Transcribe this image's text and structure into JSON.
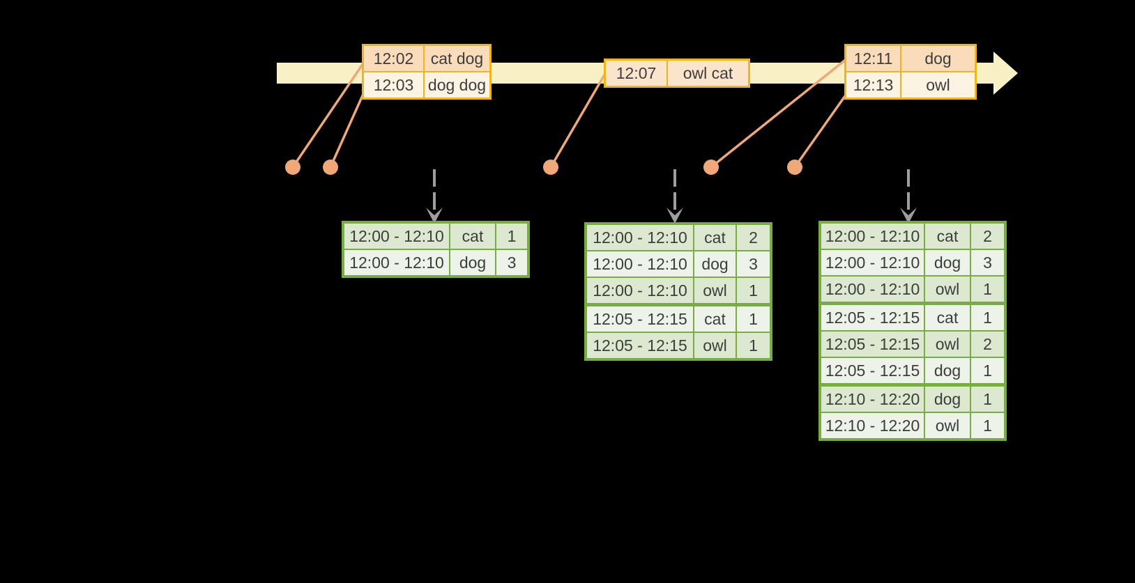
{
  "palette": {
    "background": "#000000",
    "timeline_fill": "#faf0c6",
    "event_border": "#f0b41c",
    "event_row_dark": "#fadcba",
    "event_row_light": "#fdf3e2",
    "event_row_medium": "#fbe4cc",
    "connector": "#f0a878",
    "trigger_arrow": "#9e9e9e",
    "result_border": "#77ad41",
    "result_row_dark": "#dce8d0",
    "result_row_light": "#edf3e8",
    "text": "#3d3d3d"
  },
  "icons": {
    "timeline": "right-arrow",
    "event_marker": "dot",
    "trigger": "dashed-down-arrow"
  },
  "event_tables": [
    {
      "rows": [
        {
          "time": "12:02",
          "words": "cat dog",
          "shade": "dark"
        },
        {
          "time": "12:03",
          "words": "dog dog",
          "shade": "light"
        }
      ]
    },
    {
      "rows": [
        {
          "time": "12:07",
          "words": "owl cat",
          "shade": "medium"
        }
      ]
    },
    {
      "rows": [
        {
          "time": "12:11",
          "words": "dog",
          "shade": "dark"
        },
        {
          "time": "12:13",
          "words": "owl",
          "shade": "light"
        }
      ]
    }
  ],
  "result_tables": [
    {
      "group_breaks": [],
      "rows": [
        {
          "window": "12:00 - 12:10",
          "word": "cat",
          "count": "1"
        },
        {
          "window": "12:00 - 12:10",
          "word": "dog",
          "count": "3"
        }
      ]
    },
    {
      "group_breaks": [
        3
      ],
      "rows": [
        {
          "window": "12:00 - 12:10",
          "word": "cat",
          "count": "2"
        },
        {
          "window": "12:00 - 12:10",
          "word": "dog",
          "count": "3"
        },
        {
          "window": "12:00 - 12:10",
          "word": "owl",
          "count": "1"
        },
        {
          "window": "12:05 - 12:15",
          "word": "cat",
          "count": "1"
        },
        {
          "window": "12:05 - 12:15",
          "word": "owl",
          "count": "1"
        }
      ]
    },
    {
      "group_breaks": [
        3,
        6
      ],
      "rows": [
        {
          "window": "12:00 - 12:10",
          "word": "cat",
          "count": "2"
        },
        {
          "window": "12:00 - 12:10",
          "word": "dog",
          "count": "3"
        },
        {
          "window": "12:00 - 12:10",
          "word": "owl",
          "count": "1"
        },
        {
          "window": "12:05 - 12:15",
          "word": "cat",
          "count": "1"
        },
        {
          "window": "12:05 - 12:15",
          "word": "owl",
          "count": "2"
        },
        {
          "window": "12:05 - 12:15",
          "word": "dog",
          "count": "1"
        },
        {
          "window": "12:10 - 12:20",
          "word": "dog",
          "count": "1"
        },
        {
          "window": "12:10 - 12:20",
          "word": "owl",
          "count": "1"
        }
      ]
    }
  ]
}
